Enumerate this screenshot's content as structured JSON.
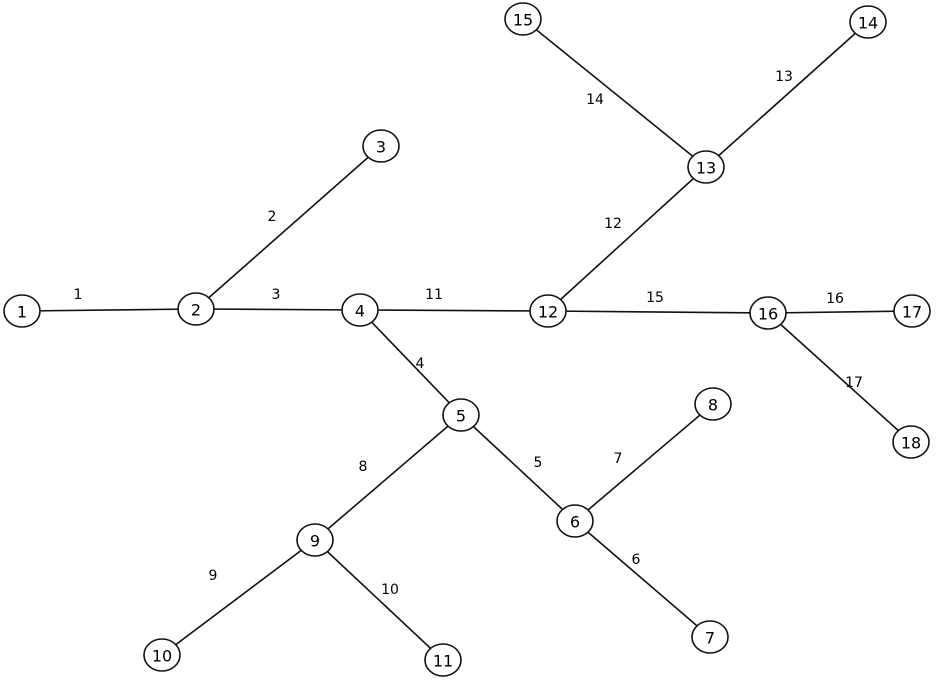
{
  "diagram": {
    "nodes": [
      {
        "id": "1",
        "label": "1"
      },
      {
        "id": "2",
        "label": "2"
      },
      {
        "id": "3",
        "label": "3"
      },
      {
        "id": "4",
        "label": "4"
      },
      {
        "id": "5",
        "label": "5"
      },
      {
        "id": "6",
        "label": "6"
      },
      {
        "id": "7",
        "label": "7"
      },
      {
        "id": "8",
        "label": "8"
      },
      {
        "id": "9",
        "label": "9"
      },
      {
        "id": "10",
        "label": "10"
      },
      {
        "id": "11",
        "label": "11"
      },
      {
        "id": "12",
        "label": "12"
      },
      {
        "id": "13",
        "label": "13"
      },
      {
        "id": "14",
        "label": "14"
      },
      {
        "id": "15",
        "label": "15"
      },
      {
        "id": "16",
        "label": "16"
      },
      {
        "id": "17",
        "label": "17"
      },
      {
        "id": "18",
        "label": "18"
      }
    ],
    "edges": [
      {
        "id": "1",
        "from": "1",
        "to": "2",
        "label": "1"
      },
      {
        "id": "2",
        "from": "2",
        "to": "3",
        "label": "2"
      },
      {
        "id": "3",
        "from": "2",
        "to": "4",
        "label": "3"
      },
      {
        "id": "4",
        "from": "4",
        "to": "5",
        "label": "4"
      },
      {
        "id": "5",
        "from": "5",
        "to": "6",
        "label": "5"
      },
      {
        "id": "6",
        "from": "6",
        "to": "7",
        "label": "6"
      },
      {
        "id": "7",
        "from": "6",
        "to": "8",
        "label": "7"
      },
      {
        "id": "8",
        "from": "5",
        "to": "9",
        "label": "8"
      },
      {
        "id": "9",
        "from": "9",
        "to": "10",
        "label": "9"
      },
      {
        "id": "10",
        "from": "9",
        "to": "11",
        "label": "10"
      },
      {
        "id": "11",
        "from": "4",
        "to": "12",
        "label": "11"
      },
      {
        "id": "12",
        "from": "12",
        "to": "13",
        "label": "12"
      },
      {
        "id": "13",
        "from": "13",
        "to": "14",
        "label": "13"
      },
      {
        "id": "14",
        "from": "13",
        "to": "15",
        "label": "14"
      },
      {
        "id": "15",
        "from": "12",
        "to": "16",
        "label": "15"
      },
      {
        "id": "16",
        "from": "16",
        "to": "17",
        "label": "16"
      },
      {
        "id": "17",
        "from": "16",
        "to": "18",
        "label": "17"
      }
    ]
  }
}
